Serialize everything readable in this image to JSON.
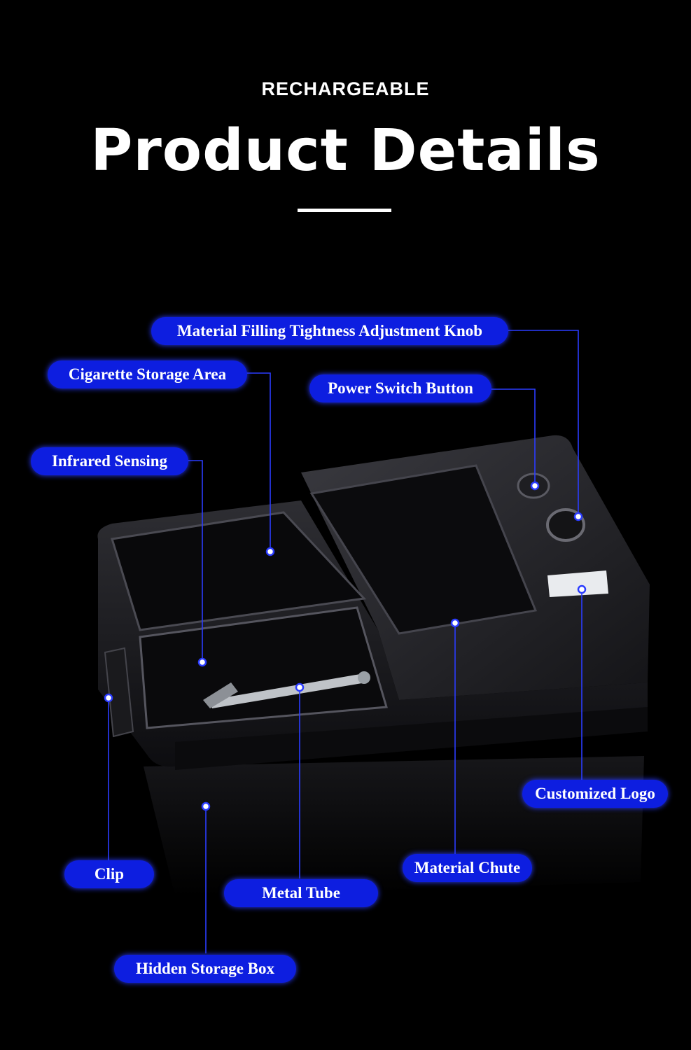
{
  "header": {
    "kicker": "RECHARGEABLE",
    "title": "Product Details"
  },
  "callouts": {
    "tightness_knob": "Material Filling Tightness Adjustment Knob",
    "storage_area": "Cigarette Storage Area",
    "power_switch": "Power Switch Button",
    "infrared": "Infrared Sensing",
    "customized_logo": "Customized Logo",
    "clip": "Clip",
    "material_chute": "Material Chute",
    "metal_tube": "Metal Tube",
    "hidden_box": "Hidden Storage Box"
  },
  "colors": {
    "background": "#000000",
    "label_fill": "#0d1ee0",
    "leader_line": "#2b3cff",
    "device_body": "#1b1b1e"
  }
}
